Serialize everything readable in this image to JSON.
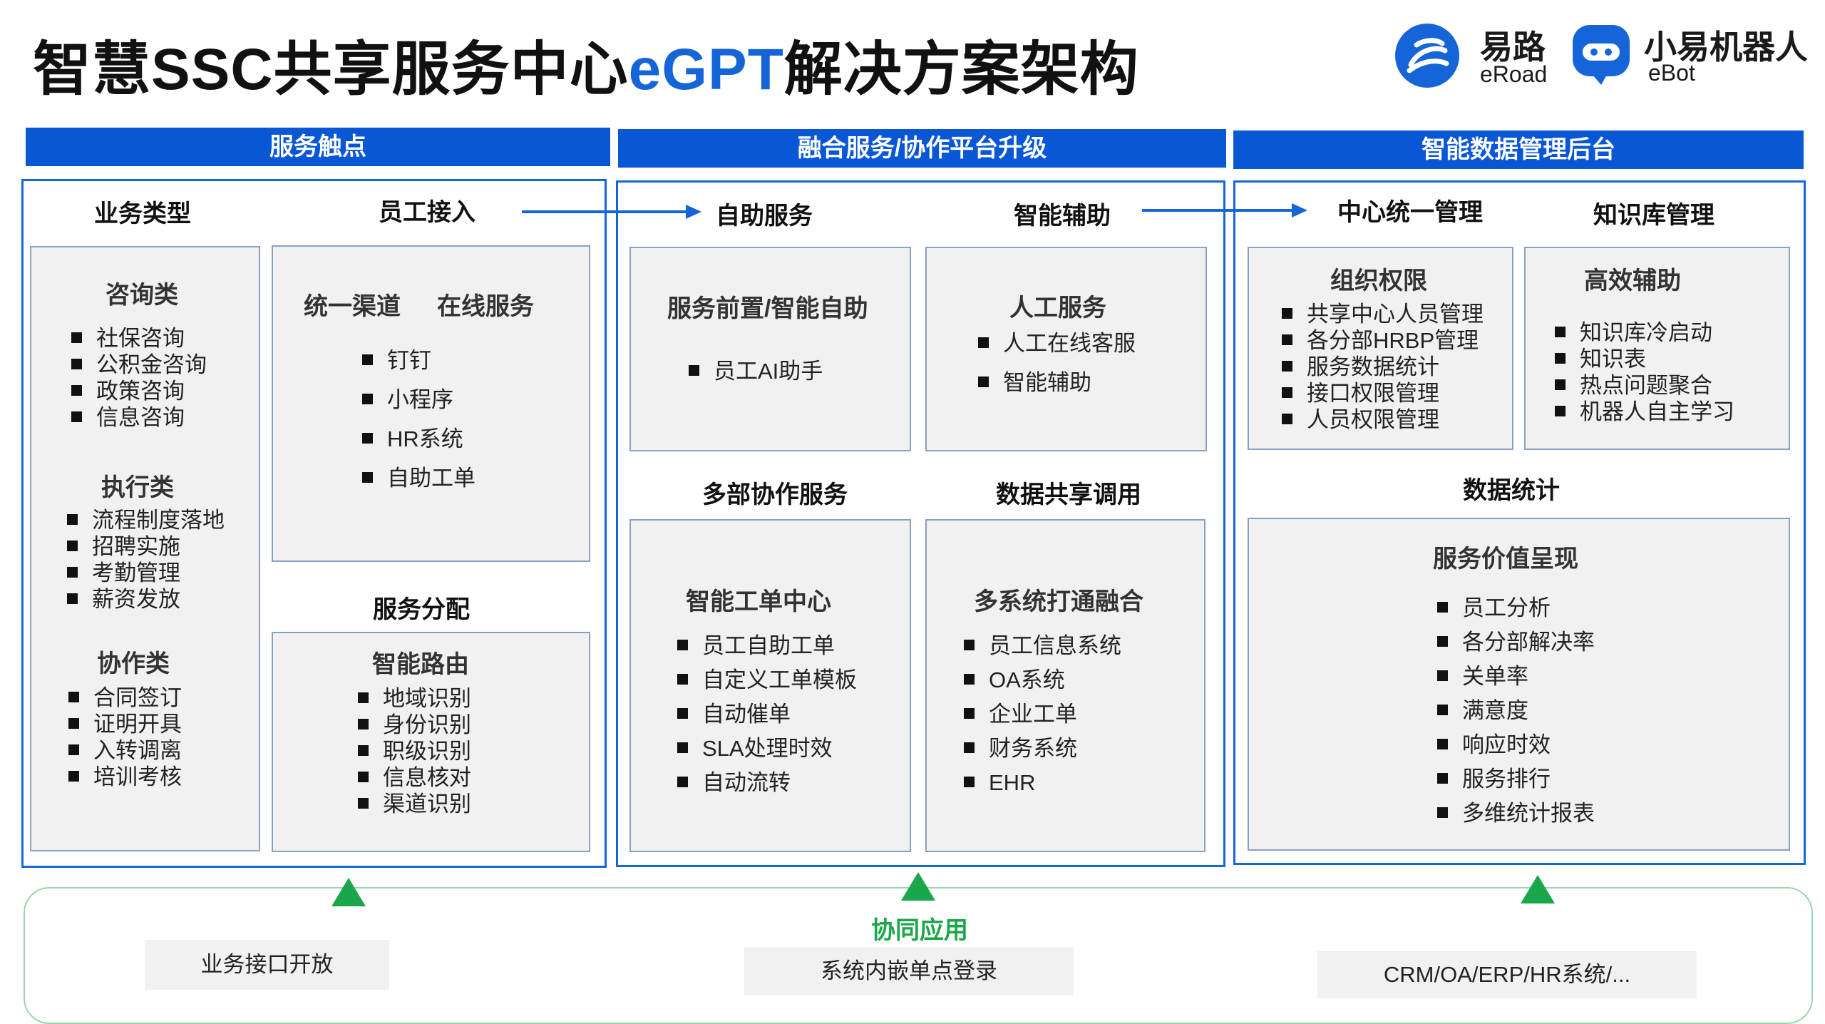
{
  "title": {
    "main": "智慧SSC共享服务中心",
    "highlight": "eGPT",
    "tail": "解决方案架构"
  },
  "logos": {
    "eroad": {
      "name": "易路",
      "sub": "eRoad"
    },
    "ebot": {
      "name": "小易机器人",
      "sub": "eBot"
    }
  },
  "section1": {
    "header": "服务触点",
    "col1_title": "业务类型",
    "col2_title": "员工接入",
    "consult": {
      "title": "咨询类",
      "items": [
        "社保咨询",
        "公积金咨询",
        "政策咨询",
        "信息咨询"
      ]
    },
    "execute": {
      "title": "执行类",
      "items": [
        "流程制度落地",
        "招聘实施",
        "考勤管理",
        "薪资发放"
      ]
    },
    "collab": {
      "title": "协作类",
      "items": [
        "合同签订",
        "证明开具",
        "入转调离",
        "培训考核"
      ]
    },
    "channel": {
      "title1": "统一渠道",
      "title2": "在线服务",
      "items": [
        "钉钉",
        "小程序",
        "HR系统",
        "自助工单"
      ]
    },
    "dispatch_title": "服务分配",
    "routing": {
      "title": "智能路由",
      "items": [
        "地域识别",
        "身份识别",
        "职级识别",
        "信息核对",
        "渠道识别"
      ]
    }
  },
  "section2": {
    "header": "融合服务/协作平台升级",
    "col1_title": "自助服务",
    "col2_title": "智能辅助",
    "front": {
      "title": "服务前置/智能自助",
      "items": [
        "员工AI助手"
      ]
    },
    "human": {
      "title": "人工服务",
      "items": [
        "人工在线客服",
        "智能辅助"
      ]
    },
    "multi_title": "多部协作服务",
    "share_title": "数据共享调用",
    "ticket": {
      "title": "智能工单中心",
      "items": [
        "员工自助工单",
        "自定义工单模板",
        "自动催单",
        "SLA处理时效",
        "自动流转"
      ]
    },
    "systems": {
      "title": "多系统打通融合",
      "items": [
        "员工信息系统",
        "OA系统",
        "企业工单",
        "财务系统",
        "EHR"
      ]
    }
  },
  "section3": {
    "header": "智能数据管理后台",
    "col1_title": "中心统一管理",
    "col2_title": "知识库管理",
    "org": {
      "title": "组织权限",
      "items": [
        "共享中心人员管理",
        "各分部HRBP管理",
        "服务数据统计",
        "接口权限管理",
        "人员权限管理"
      ]
    },
    "assist": {
      "title": "高效辅助",
      "items": [
        "知识库冷启动",
        "知识表",
        "热点问题聚合",
        "机器人自主学习"
      ]
    },
    "stats_title": "数据统计",
    "value": {
      "title": "服务价值呈现",
      "items": [
        "员工分析",
        "各分部解决率",
        "关单率",
        "满意度",
        "响应时效",
        "服务排行",
        "多维统计报表"
      ]
    }
  },
  "bottom": {
    "title": "协同应用",
    "boxes": [
      "业务接口开放",
      "系统内嵌单点登录",
      "CRM/OA/ERP/HR系统/..."
    ]
  },
  "colors": {
    "primary": "#0a57d6",
    "accent_green": "#1aa64a",
    "box_bg": "#f1f1f1"
  }
}
